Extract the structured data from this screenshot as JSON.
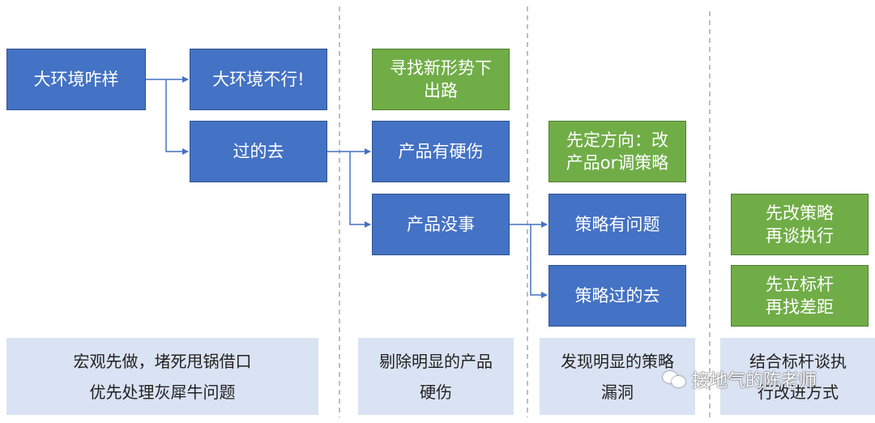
{
  "boxes": {
    "macro_how": "大环境咋样",
    "macro_bad": "大环境不行!",
    "macro_ok": "过的去",
    "find_new": "寻找新形势下\n出路",
    "product_hard": "产品有硬伤",
    "product_ok": "产品没事",
    "decide_direction": "先定方向：改\n产品or调策略",
    "strategy_problem": "策略有问题",
    "strategy_ok": "策略过的去",
    "change_strategy": "先改策略\n再谈执行",
    "set_benchmark": "先立标杆\n再找差距"
  },
  "notes": {
    "col1": "宏观先做，堵死甩锅借口\n优先处理灰犀牛问题",
    "col2": "剔除明显的产品\n硬伤",
    "col3": "发现明显的策略\n漏洞",
    "col4": "结合标杆谈执\n行改进方式"
  },
  "watermark": {
    "text": "接地气的陈老师",
    "icon": "wechat-icon"
  },
  "colors": {
    "blue": "#4472C4",
    "green": "#70AD47",
    "note_bg": "#DAE3F3",
    "connector": "#4472C4",
    "divider": "#BFBFBF"
  }
}
